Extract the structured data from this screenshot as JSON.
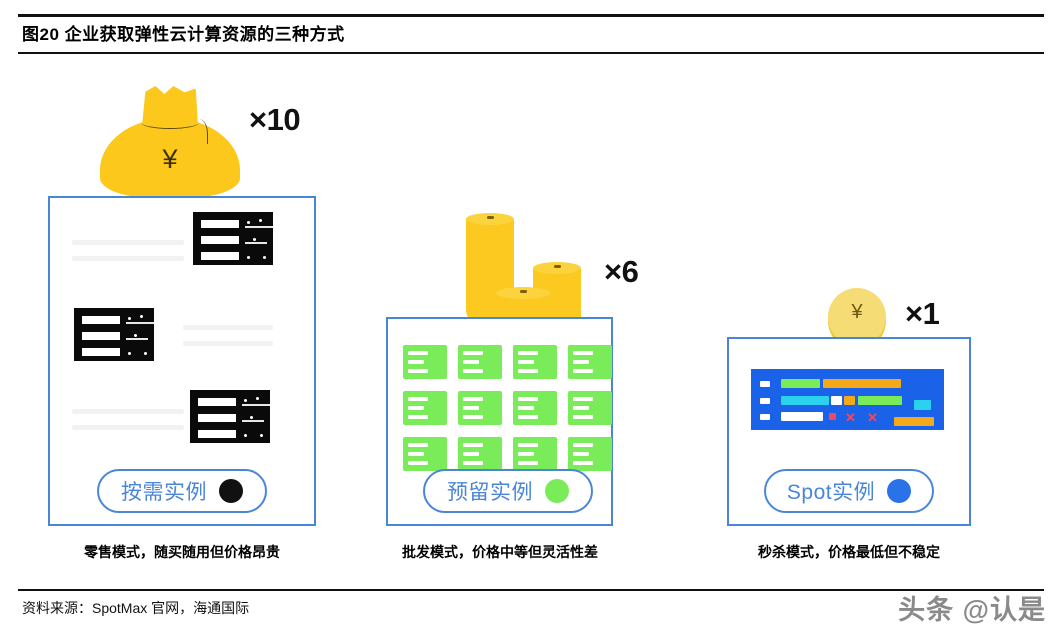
{
  "header": {
    "title": "图20 企业获取弹性云计算资源的三种方式"
  },
  "footer": {
    "source": "资料来源：SpotMax 官网，海通国际",
    "watermark": "头条 @认是"
  },
  "panels": [
    {
      "id": "retail",
      "multiplier": "×10",
      "button_label": "按需实例",
      "dot_color": "#111111",
      "caption": "零售模式，随买随用但价格昂贵",
      "money_icon": "money-bag-icon",
      "currency_symbol": "¥"
    },
    {
      "id": "reserved",
      "multiplier": "×6",
      "button_label": "预留实例",
      "dot_color": "#7aec5a",
      "caption": "批发模式，价格中等但灵活性差",
      "money_icon": "coin-stack-icon",
      "currency_symbol": ""
    },
    {
      "id": "spot",
      "multiplier": "×1",
      "button_label": "Spot实例",
      "dot_color": "#2a72e8",
      "caption": "秒杀模式，价格最低但不稳定",
      "money_icon": "single-coin-icon",
      "currency_symbol": "¥"
    }
  ],
  "colors": {
    "panel_border": "#4a86d8",
    "accent_blue": "#4a86d8",
    "gold": "#fcc81b",
    "green": "#7aec5a",
    "dashboard_blue": "#1a63e8",
    "red_x": "#ef4a5e",
    "rule": "#111111"
  }
}
